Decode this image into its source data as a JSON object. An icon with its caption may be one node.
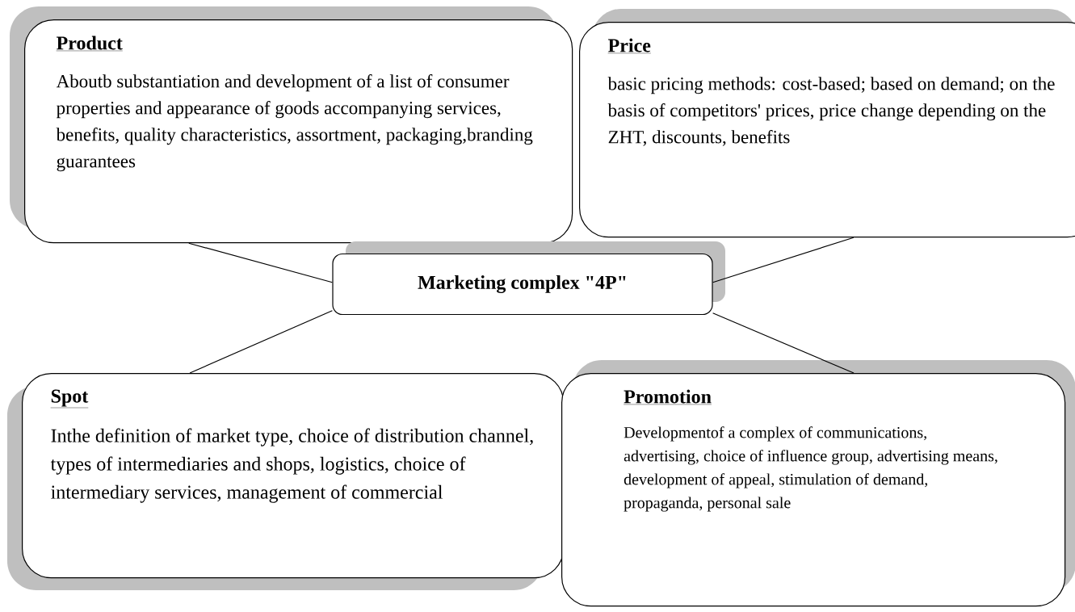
{
  "diagram": {
    "nodes": [
      {
        "text": [
          "Product",
          "Aboutb substantiation and development of a list of consumer properties and appearance of goods accompanying services, benefits, quality characteristics, assortment, packaging,branding guarantees"
        ]
      },
      {
        "text": [
          "Price",
          "basic pricing methods: cost-based; based on demand; on the basis of competitors' prices, price change depending on the ZHT, discounts, benefits"
        ]
      },
      {
        "text": [
          "Marketing complex \"4P\""
        ]
      },
      {
        "text": [
          "Spot",
          "Inthe definition of market type, choice of distribution channel, types of intermediaries and shops, logistics, choice of intermediary services, management of commercial"
        ]
      },
      {
        "text": [
          "Promotion",
          "Developmentof a complex of communications, advertising, choice of influence group, advertising means, development of appeal, stimulation of demand, propaganda, personal sale"
        ]
      }
    ],
    "edges": [
      {
        "from": 2,
        "to": 0,
        "arrow": "none"
      },
      {
        "from": 2,
        "to": 1,
        "arrow": "none"
      },
      {
        "from": 2,
        "to": 3,
        "arrow": "none"
      },
      {
        "from": 2,
        "to": 4,
        "arrow": "none"
      }
    ]
  }
}
